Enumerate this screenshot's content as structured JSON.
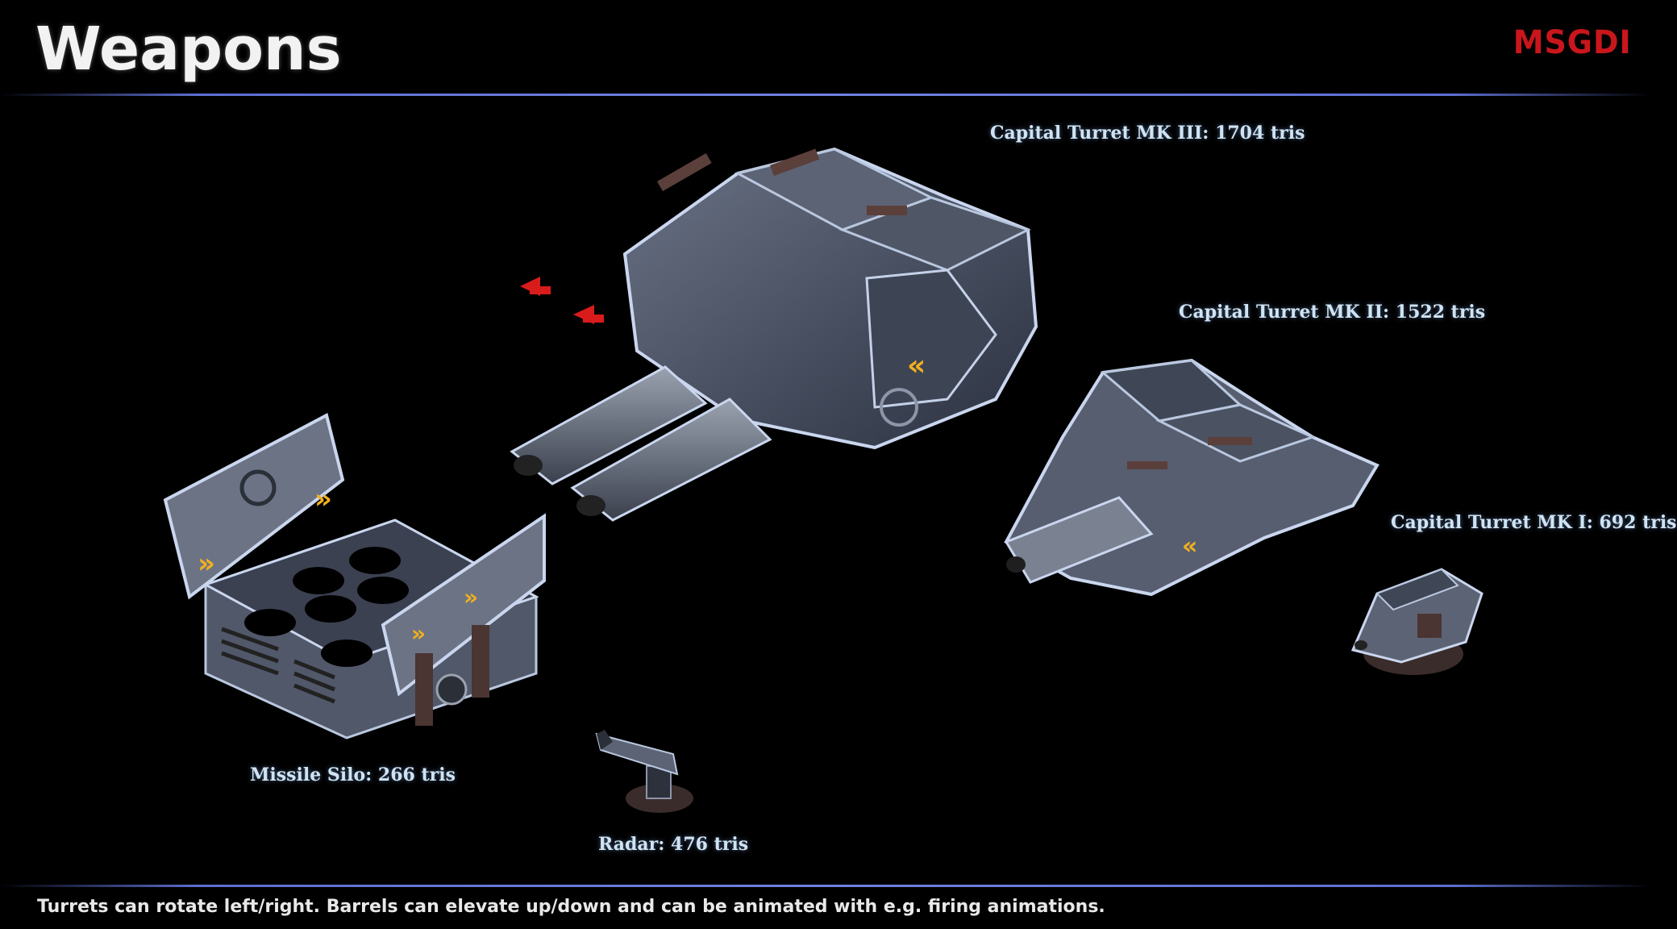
{
  "title": "Weapons",
  "logo": "MSGDI",
  "labels": {
    "capital_mk3": "Capital Turret MK III: 1704 tris",
    "capital_mk2": "Capital Turret MK II: 1522 tris",
    "capital_mk1": "Capital Turret MK I: 692 tris",
    "missile_silo": "Missile Silo: 266 tris",
    "radar": "Radar: 476 tris"
  },
  "footer": "Turrets can rotate left/right. Barrels can elevate up/down and can be animated with e.g. firing animations.",
  "colors": {
    "background": "#000000",
    "accent_line": "#6f82e0",
    "logo": "#c8161c",
    "label": "#cfe3f3",
    "hull": "#4a5060",
    "hull_highlight": "#b8c4d8",
    "warning_yellow": "#f2b01e",
    "warning_red": "#d81c1c"
  },
  "models": [
    {
      "name": "capital-turret-mk3"
    },
    {
      "name": "capital-turret-mk2"
    },
    {
      "name": "capital-turret-mk1"
    },
    {
      "name": "missile-silo"
    },
    {
      "name": "radar"
    }
  ]
}
